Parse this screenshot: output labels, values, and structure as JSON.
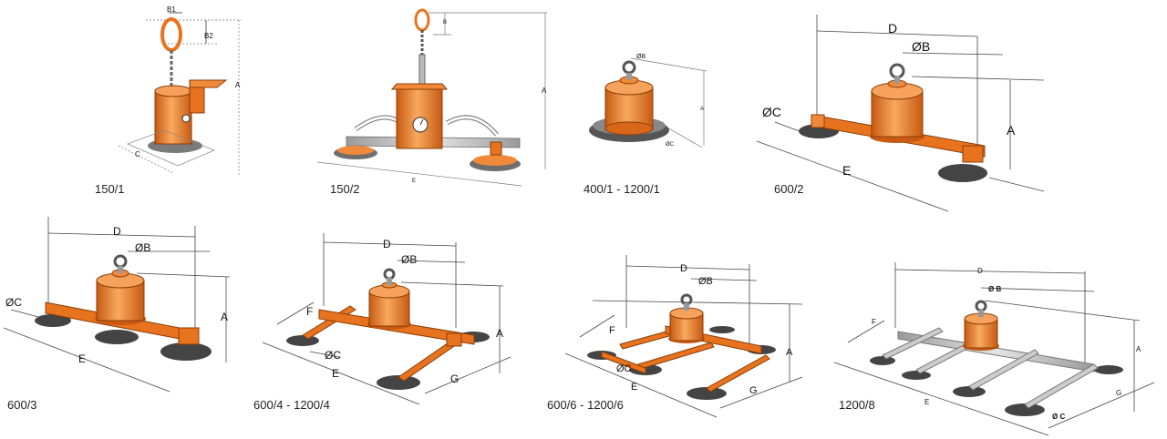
{
  "captions": {
    "c1": "150/1",
    "c2": "150/2",
    "c3": "400/1 - 1200/1",
    "c4": "600/2",
    "c5": "600/3",
    "c6": "600/4 - 1200/4",
    "c7": "600/6 - 1200/6",
    "c8": "1200/8"
  },
  "dims": {
    "A": "A",
    "B": "B",
    "B1": "B1",
    "B2": "B2",
    "C": "C",
    "D": "D",
    "E": "E",
    "F": "F",
    "G": "G",
    "oB": "ØB",
    "oC": "ØC",
    "oB_sp": "Ø B",
    "oC_sp": "Ø C"
  },
  "colors": {
    "orange": "#e8731f",
    "orange_light": "#f7a65a",
    "orange_dark": "#b5500f",
    "grey_pad": "#6b6b6b",
    "grey_beam": "#c8c8c8"
  }
}
